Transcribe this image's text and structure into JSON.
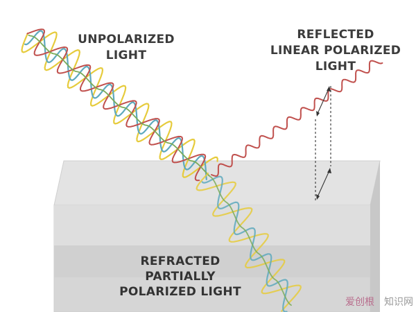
{
  "labels": {
    "unpolarized_line1": "UNPOLARIZED",
    "unpolarized_line2": "LIGHT",
    "reflected_line1": "REFLECTED",
    "reflected_line2": "LINEAR POLARIZED",
    "reflected_line3": "LIGHT",
    "refracted_line1": "REFRACTED",
    "refracted_line2": "PARTIALLY",
    "refracted_line3": "POLARIZED LIGHT"
  },
  "watermark": {
    "accent_text": "爱创根",
    "text": "知识网"
  },
  "colors": {
    "red_wave": "#c0504d",
    "yellow_wave": "#e6cb3c",
    "teal_wave": "#5ea9bd",
    "green_wave": "#7aab5a",
    "block_top": "#e0e0e0",
    "block_front": "#d2d2d2",
    "block_band": "#dcdcdc"
  },
  "icons": {
    "polarization_arrow_upper": "double-arrow-icon",
    "polarization_arrow_lower": "double-arrow-icon"
  }
}
